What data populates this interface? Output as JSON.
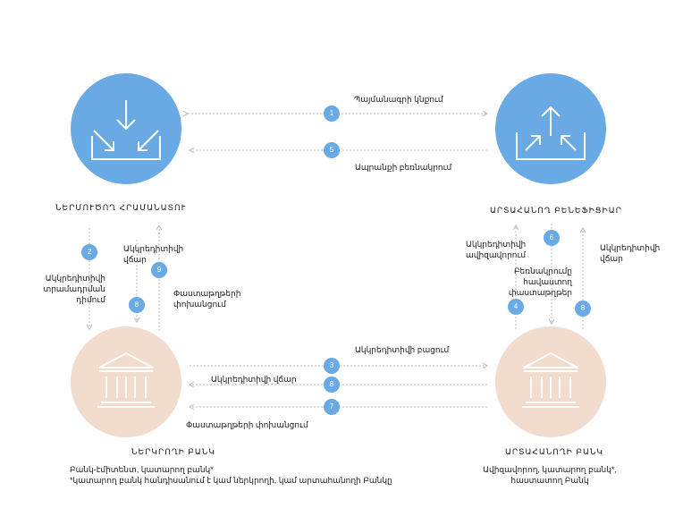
{
  "nodes": {
    "issuer_client": "ՆԵՐՄՈՒԾՈՂ ՀՐԱՄԱՆԱՏՈՒ",
    "exporter_beneficiary": "ԱՐՏԱՀԱՆՈՂ ԲԵՆԵՖԻՑԻԱՐ",
    "issuing_bank": "ՆԵՐԿՐՈՂԻ ԲԱՆԿ",
    "issuing_bank_note1": "Բանկ-էմիտենտ, կատարող բանկ*",
    "issuing_bank_note2": "*կատարող բանկ հանդիսանում է կամ ներկրողի, կամ արտահանողի Բանկը",
    "exporter_bank": "ԱՐՏԱՀԱՆՈՂԻ ԲԱՆԿ",
    "exporter_bank_note1": "Ավիզավորող, կատարող բանկ*,",
    "exporter_bank_note2": "հաստատող Բանկ"
  },
  "steps": {
    "s1": {
      "num": "1",
      "label": "Պայմանագրի կնքում"
    },
    "s5": {
      "num": "5",
      "label": "Ապրանքի բեռնակրում"
    },
    "s2": {
      "num": "2",
      "label": [
        "Ակկրեդիտիվի",
        "տրամադրման",
        "դիմում"
      ]
    },
    "s9": {
      "num": "9",
      "label": [
        "Ակկրեդիտիվի",
        "վճար"
      ]
    },
    "s8l": {
      "num": "8",
      "label": [
        "Փաստաթղթերի",
        "փոխանցում"
      ]
    },
    "s3": {
      "num": "3",
      "label": "Ակկրեդիտիվի բացում"
    },
    "s8m": {
      "num": "8",
      "label": "Ակկրեդիտիվի վճար"
    },
    "s7": {
      "num": "7",
      "label": "Փաստաթղթերի փոխանցում"
    },
    "s4": {
      "num": "4",
      "label": [
        "Ակկրեդիտիվի",
        "ավիզավորում"
      ]
    },
    "s6": {
      "num": "6",
      "label": [
        "Բեռնակրումը",
        "հավաստող",
        "փաստաթղթեր"
      ]
    },
    "s8r": {
      "num": "8",
      "label": [
        "Ակկրեդիտիվի",
        "վճար"
      ]
    }
  },
  "colors": {
    "blue": "#6aaae4",
    "peach": "#f1dccd",
    "dotted": "#b9b9b9"
  },
  "icons": {
    "issuer_client": "download-tray-icon",
    "exporter_beneficiary": "upload-tray-icon",
    "banks": "bank-building-icon"
  }
}
